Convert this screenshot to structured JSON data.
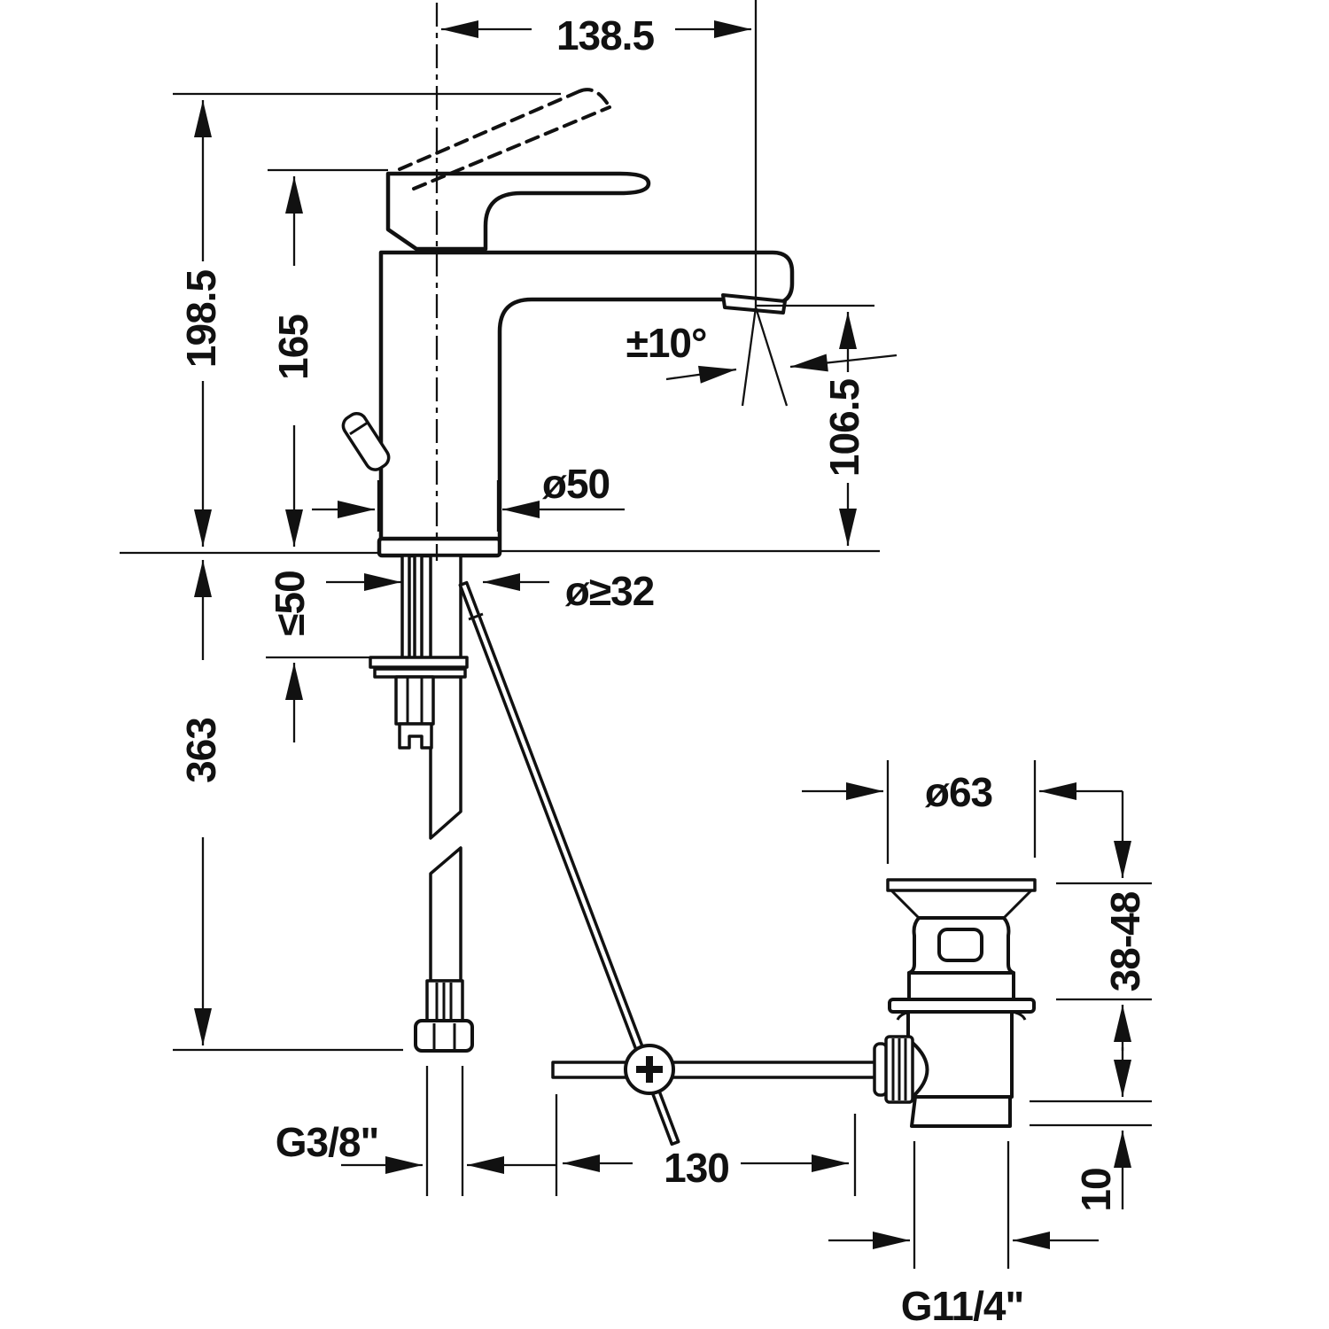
{
  "drawing": {
    "type": "technical dimensional drawing - single lever basin mixer faucet with pop-up waste",
    "colors": {
      "line": "#111111",
      "background": "#ffffff"
    },
    "dims": {
      "spout_reach": "138.5",
      "total_height": "198.5",
      "handle_height": "165",
      "spout_height": "106.5",
      "spout_angle": "±10°",
      "body_diameter": "ø50",
      "hole_diameter": "ø≥32",
      "deck_thickness": "≤50",
      "hose_length": "363",
      "waste_flange_diameter": "ø63",
      "basin_thickness_range": "38-48",
      "rod_length": "130",
      "tailpiece_length": "10",
      "supply_connection": "G3/8\"",
      "waste_connection": "G11/4\""
    }
  }
}
